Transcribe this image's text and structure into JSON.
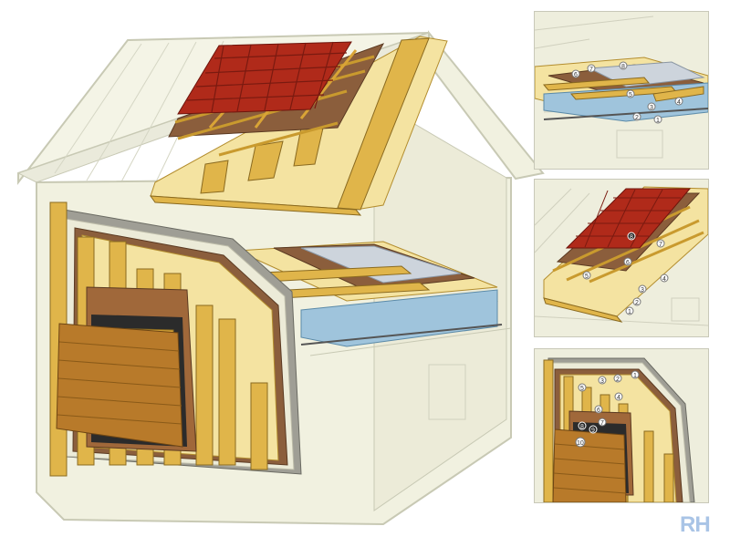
{
  "logo": {
    "text": "RH",
    "color": "#a9c4e6"
  },
  "colors": {
    "house_outline": "#c8c9b4",
    "house_fill": "#f1f1e0",
    "roof_tile": "#b02a1a",
    "underlay": "#8b5e3c",
    "batten": "#d9a436",
    "insulation": "#f4e3a1",
    "wood": "#e0b54a",
    "vapor_barrier": "#9fc4dc",
    "cladding": "#b87a2a",
    "dark_frame": "#2b2b2b"
  },
  "insets": {
    "floor": {
      "labels": [
        "1",
        "2",
        "3",
        "4",
        "5",
        "6",
        "7",
        "8"
      ]
    },
    "roof": {
      "labels": [
        "1",
        "2",
        "3",
        "4",
        "5",
        "6",
        "7",
        "8"
      ]
    },
    "wall": {
      "labels": [
        "1",
        "2",
        "3",
        "4",
        "5",
        "6",
        "7",
        "8",
        "9",
        "10"
      ]
    }
  }
}
